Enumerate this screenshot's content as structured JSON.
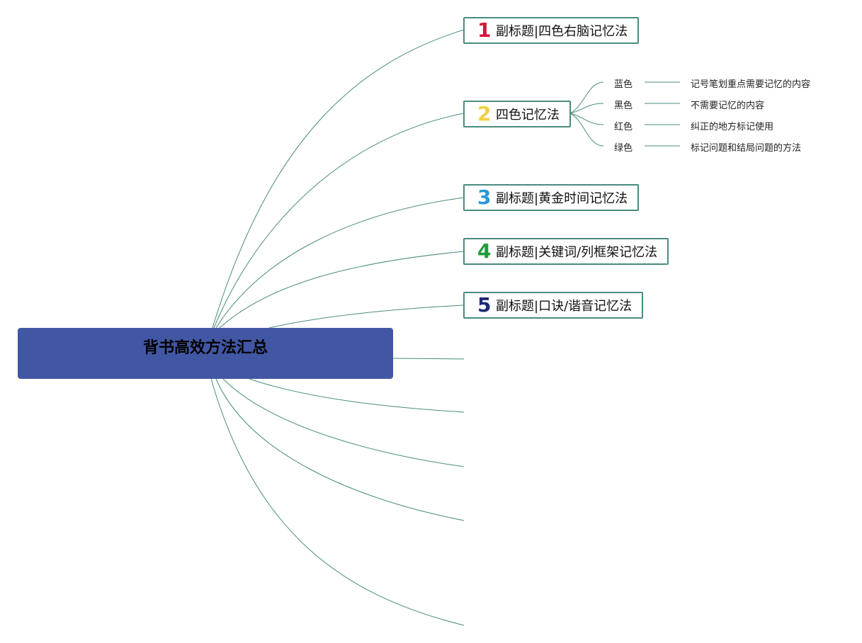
{
  "root": {
    "title": "背书高效方法汇总"
  },
  "topics": [
    {
      "number": "1",
      "color": "#d4163c",
      "label": "副标题|四色右脑记忆法"
    },
    {
      "number": "2",
      "color": "#f2cf41",
      "label": "四色记忆法"
    },
    {
      "number": "3",
      "color": "#2a97d6",
      "label": "副标题|黄金时间记忆法"
    },
    {
      "number": "4",
      "color": "#1f9c3a",
      "label": "副标题|关键词/列框架记忆法"
    },
    {
      "number": "5",
      "color": "#1b2a78",
      "label": "副标题|口诀/谐音记忆法"
    }
  ],
  "subtopics": [
    {
      "label": "蓝色",
      "detail": "记号笔划重点需要记忆的内容"
    },
    {
      "label": "黑色",
      "detail": "不需要记忆的内容"
    },
    {
      "label": "红色",
      "detail": "纠正的地方标记使用"
    },
    {
      "label": "绿色",
      "detail": "标记问题和结局问题的方法"
    }
  ],
  "colors": {
    "root_fill": "#4257a3",
    "line": "#4a8c7f",
    "border": "#4a8c7f"
  }
}
